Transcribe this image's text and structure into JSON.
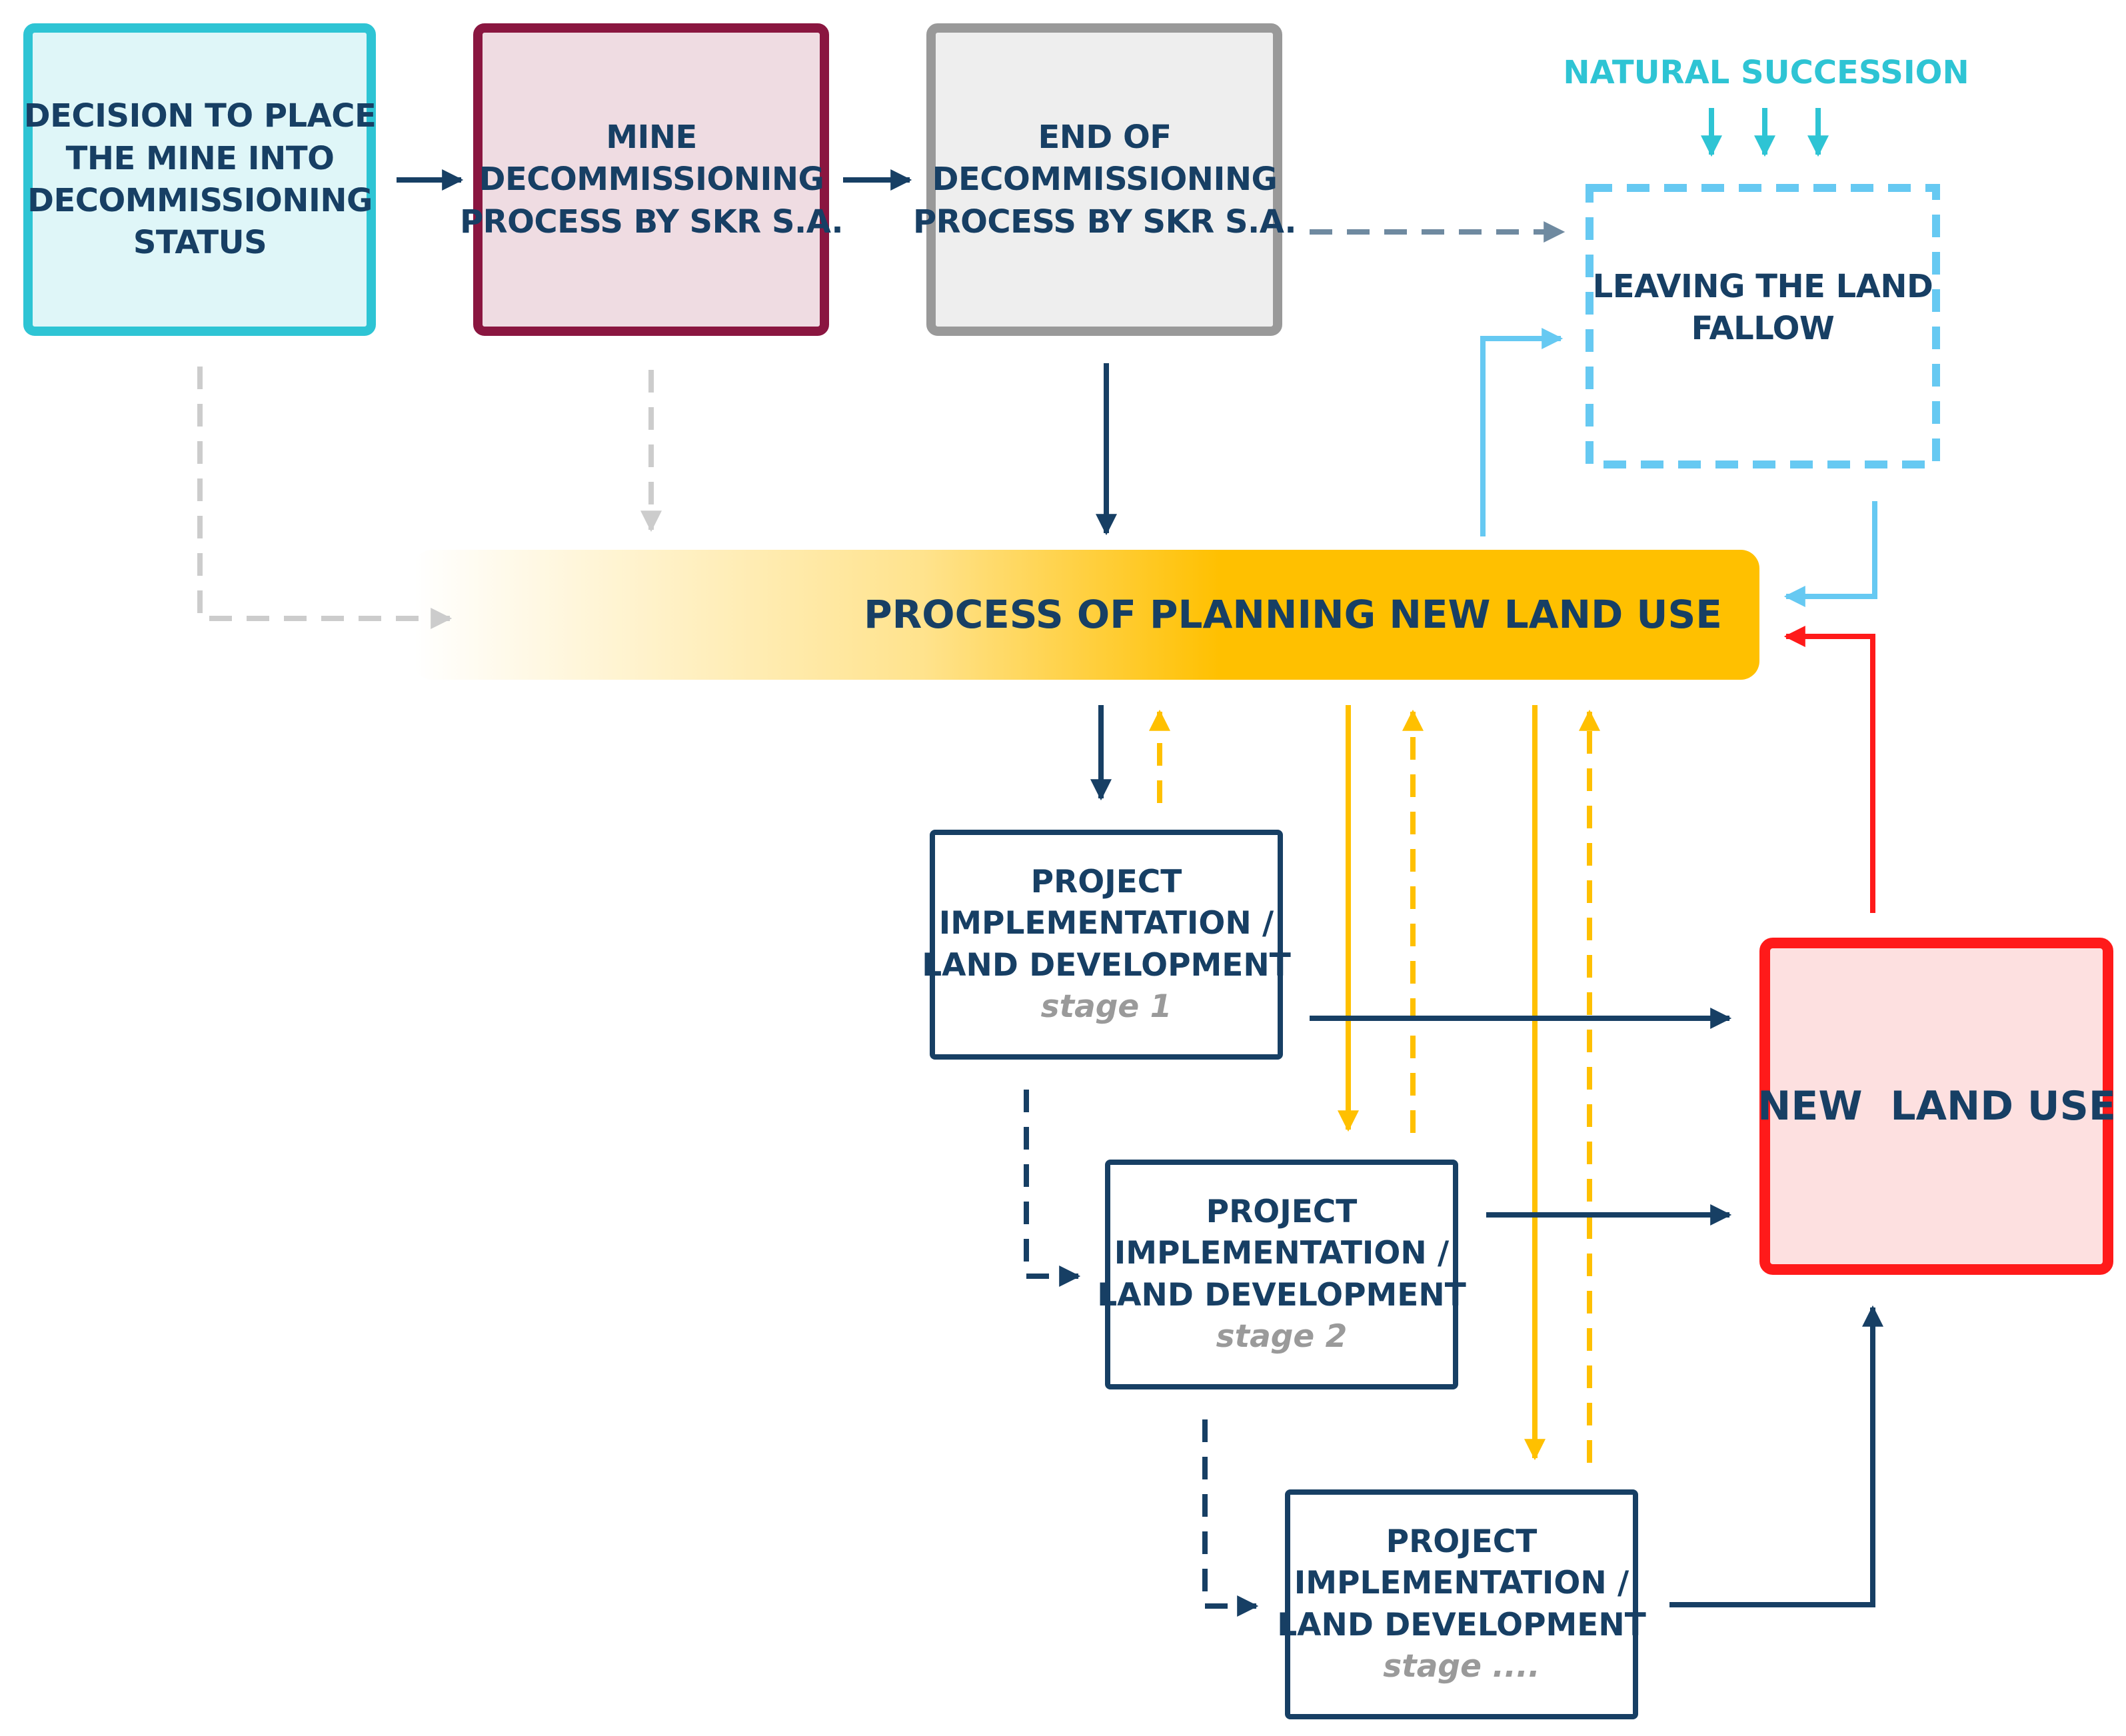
{
  "colors": {
    "navy": "#173f64",
    "teal": "#2ec4d4",
    "maroon": "#8a1640",
    "grey": "#999999",
    "sky": "#66c9f2",
    "yellow": "#ffc000",
    "red": "#ff1a1a",
    "light_grey_arrow": "#cccccc"
  },
  "nodes": {
    "decision": {
      "lines": [
        "DECISION TO PLACE",
        "THE MINE INTO",
        "DECOMMISSIONING",
        "STATUS"
      ]
    },
    "mine_decommissioning": {
      "lines": [
        "MINE",
        "DECOMMISSIONING",
        "PROCESS BY SKR S.A."
      ]
    },
    "end_decommissioning": {
      "lines": [
        "END OF",
        "DECOMMISSIONING",
        "PROCESS BY SKR S.A."
      ]
    },
    "natural_succession": {
      "label": "NATURAL SUCCESSION"
    },
    "leaving_fallow": {
      "lines": [
        "LEAVING THE LAND",
        "FALLOW"
      ]
    },
    "planning": {
      "label": "PROCESS OF PLANNING NEW LAND USE"
    },
    "project_1": {
      "lines": [
        "PROJECT",
        "IMPLEMENTATION /",
        "LAND DEVELOPMENT"
      ],
      "stage": "stage 1"
    },
    "project_2": {
      "lines": [
        "PROJECT",
        "IMPLEMENTATION /",
        "LAND DEVELOPMENT"
      ],
      "stage": "stage 2"
    },
    "project_3": {
      "lines": [
        "PROJECT",
        "IMPLEMENTATION /",
        "LAND DEVELOPMENT"
      ],
      "stage": "stage ...."
    },
    "new_land_use": {
      "label": "NEW  LAND USE"
    }
  }
}
